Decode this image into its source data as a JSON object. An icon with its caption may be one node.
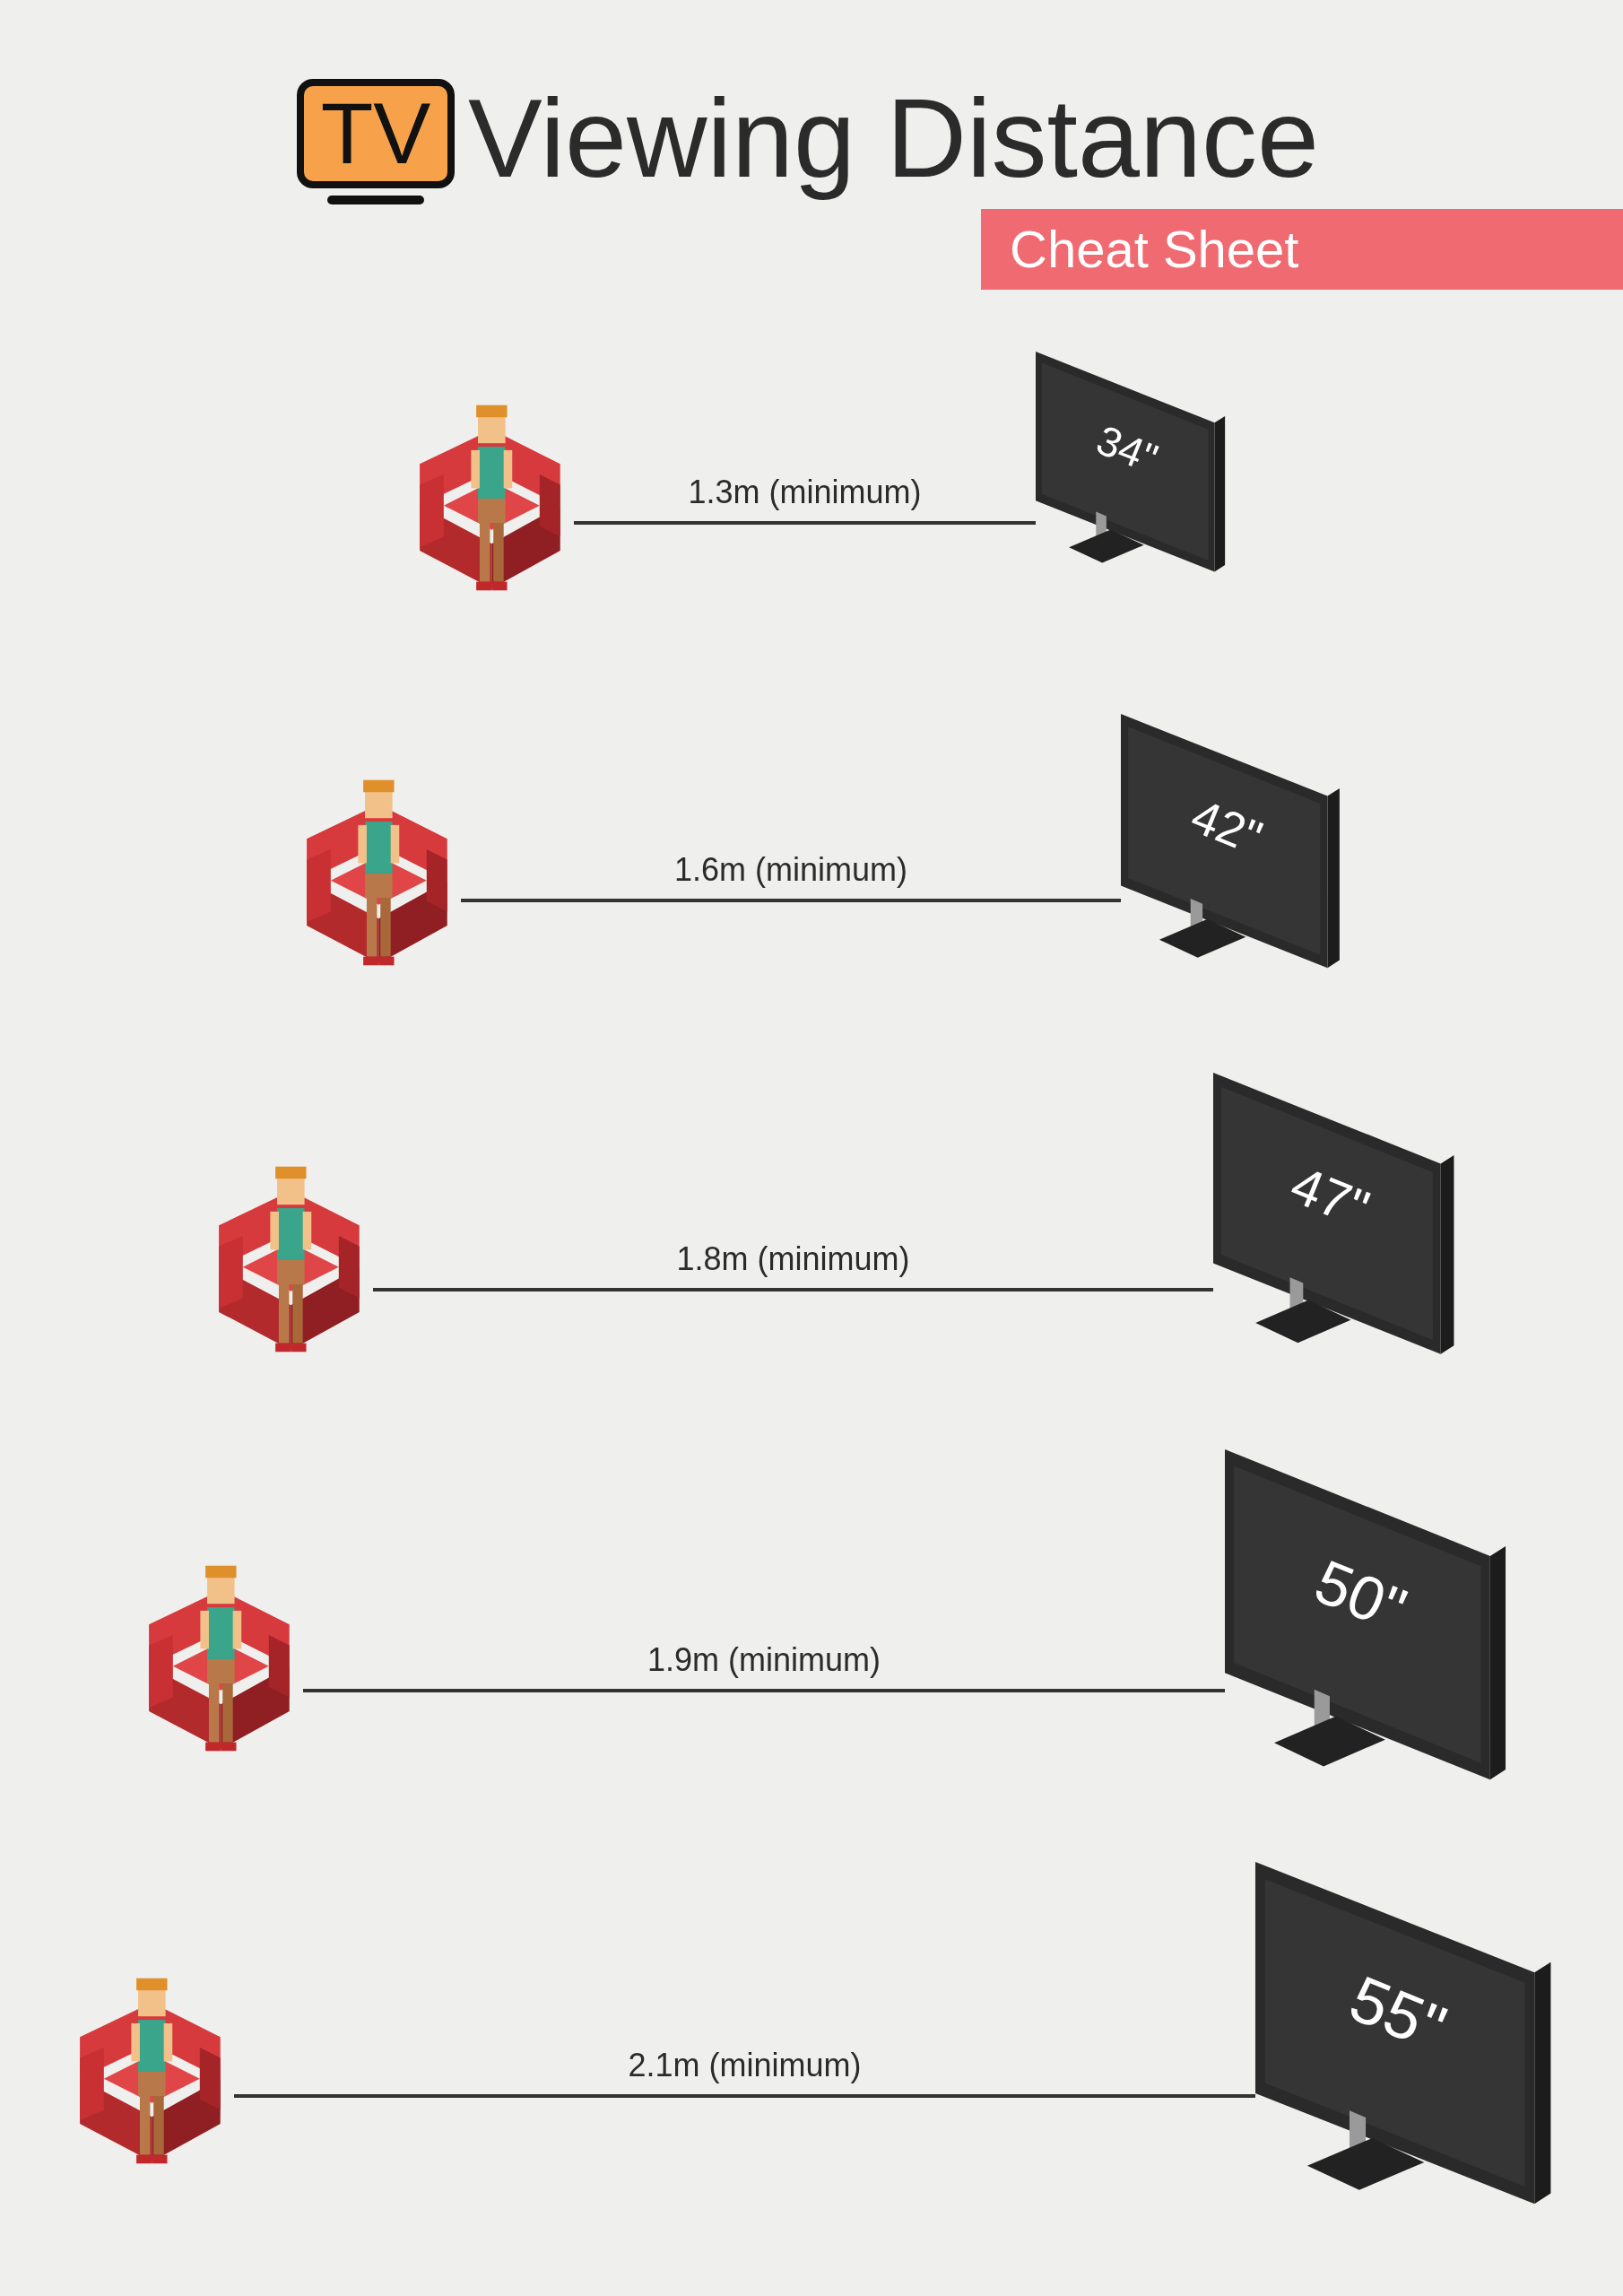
{
  "diagram": {
    "title": "Viewing Distance",
    "nodes": [
      {
        "text": [],
        "shape": "picture"
      },
      {
        "text": [
          "34\""
        ]
      },
      {
        "text": [],
        "shape": "picture"
      },
      {
        "text": [
          "42\""
        ]
      },
      {
        "text": [],
        "shape": "picture"
      },
      {
        "text": [
          "47\""
        ]
      },
      {
        "text": [],
        "shape": "picture"
      },
      {
        "text": [
          "50\""
        ]
      },
      {
        "text": [],
        "shape": "picture"
      },
      {
        "text": [
          "55\""
        ]
      }
    ],
    "edges": [
      {
        "from": 0,
        "to": 1,
        "arrow": "none",
        "label": "1.3m (minimum)"
      },
      {
        "from": 2,
        "to": 3,
        "arrow": "none",
        "label": "1.6m (minimum)"
      },
      {
        "from": 4,
        "to": 5,
        "arrow": "none",
        "label": "1.8m (minimum)"
      },
      {
        "from": 6,
        "to": 7,
        "arrow": "none",
        "label": "1.9m (minimum)"
      },
      {
        "from": 8,
        "to": 9,
        "arrow": "none",
        "label": "2.1m (minimum)"
      }
    ],
    "labels": [
      "TV",
      "Cheat Sheet"
    ]
  }
}
